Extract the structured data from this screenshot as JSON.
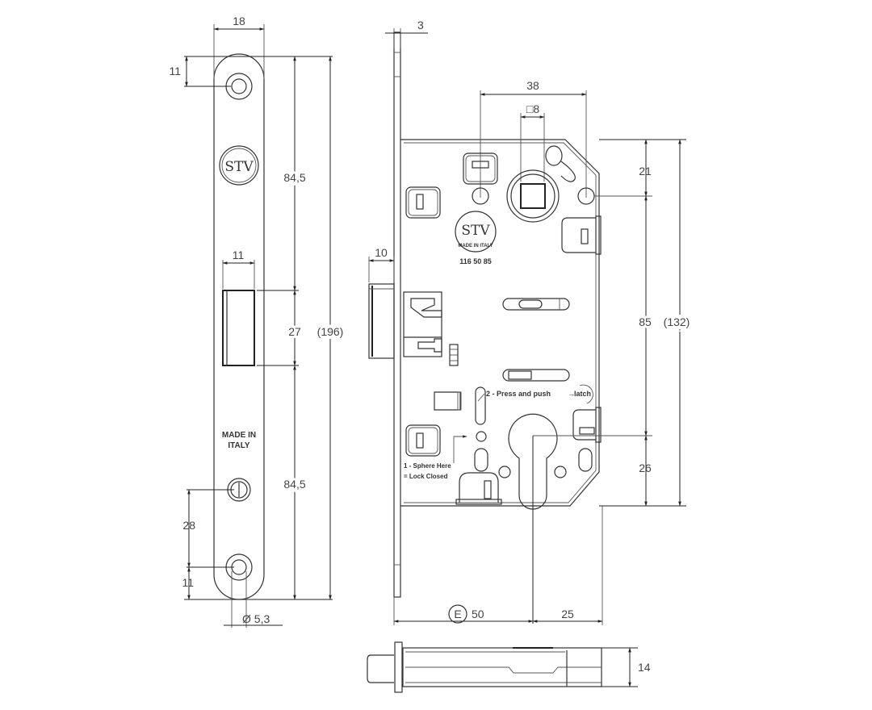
{
  "faceplate": {
    "width": "18",
    "top_hole_offset": "11",
    "upper_span": "84,5",
    "latch_window_width": "11",
    "latch_window_height": "27",
    "overall_length": "(196)",
    "lower_span": "84,5",
    "hole_spacing": "28",
    "bottom_hole_offset": "11",
    "hole_diameter": "Ø 5,3",
    "logo": "STV",
    "marking_line1": "MADE IN",
    "marking_line2": "ITALY"
  },
  "lock_body": {
    "plate_thickness": "3",
    "spindle_to_hole_spacing": "38",
    "spindle_square": "□8",
    "latch_projection": "10",
    "top_to_spindle": "21",
    "spindle_to_cylinder": "85",
    "case_height": "(132)",
    "cylinder_to_bottom": "26",
    "backset_label": "E",
    "backset": "50",
    "cylinder_to_back": "25",
    "logo": "STV",
    "logo_ring_text": "MADE IN ITALY",
    "part_number": "116 50 85",
    "instruction_step2": "2 - Press and push",
    "instruction_step2_suffix": "latch",
    "instruction_step1_line1": "1 - Sphere Here",
    "instruction_step1_line2": "= Lock Closed"
  },
  "side_view": {
    "thickness": "14"
  }
}
